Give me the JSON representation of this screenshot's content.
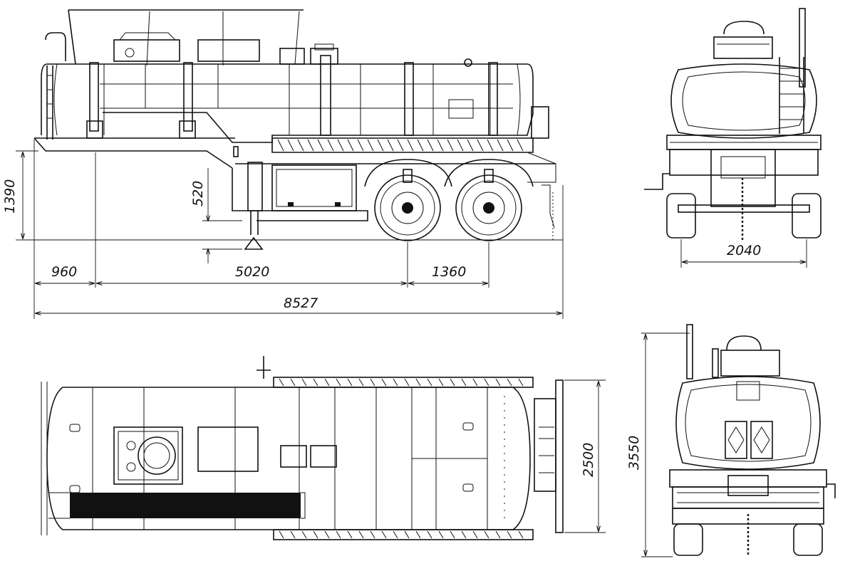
{
  "drawing": {
    "ink_color": "#111111",
    "paper_color": "#ffffff",
    "views": [
      "side-view",
      "front-view",
      "top-view",
      "rear-view"
    ]
  },
  "dimensions": {
    "overall_height": "1390",
    "fifth_wheel_height": "520",
    "front_overhang": "960",
    "wheelbase": "5020",
    "axle_spacing": "1360",
    "overall_length": "8527",
    "track_width": "2040",
    "overall_width": "2500",
    "max_height": "3550"
  }
}
